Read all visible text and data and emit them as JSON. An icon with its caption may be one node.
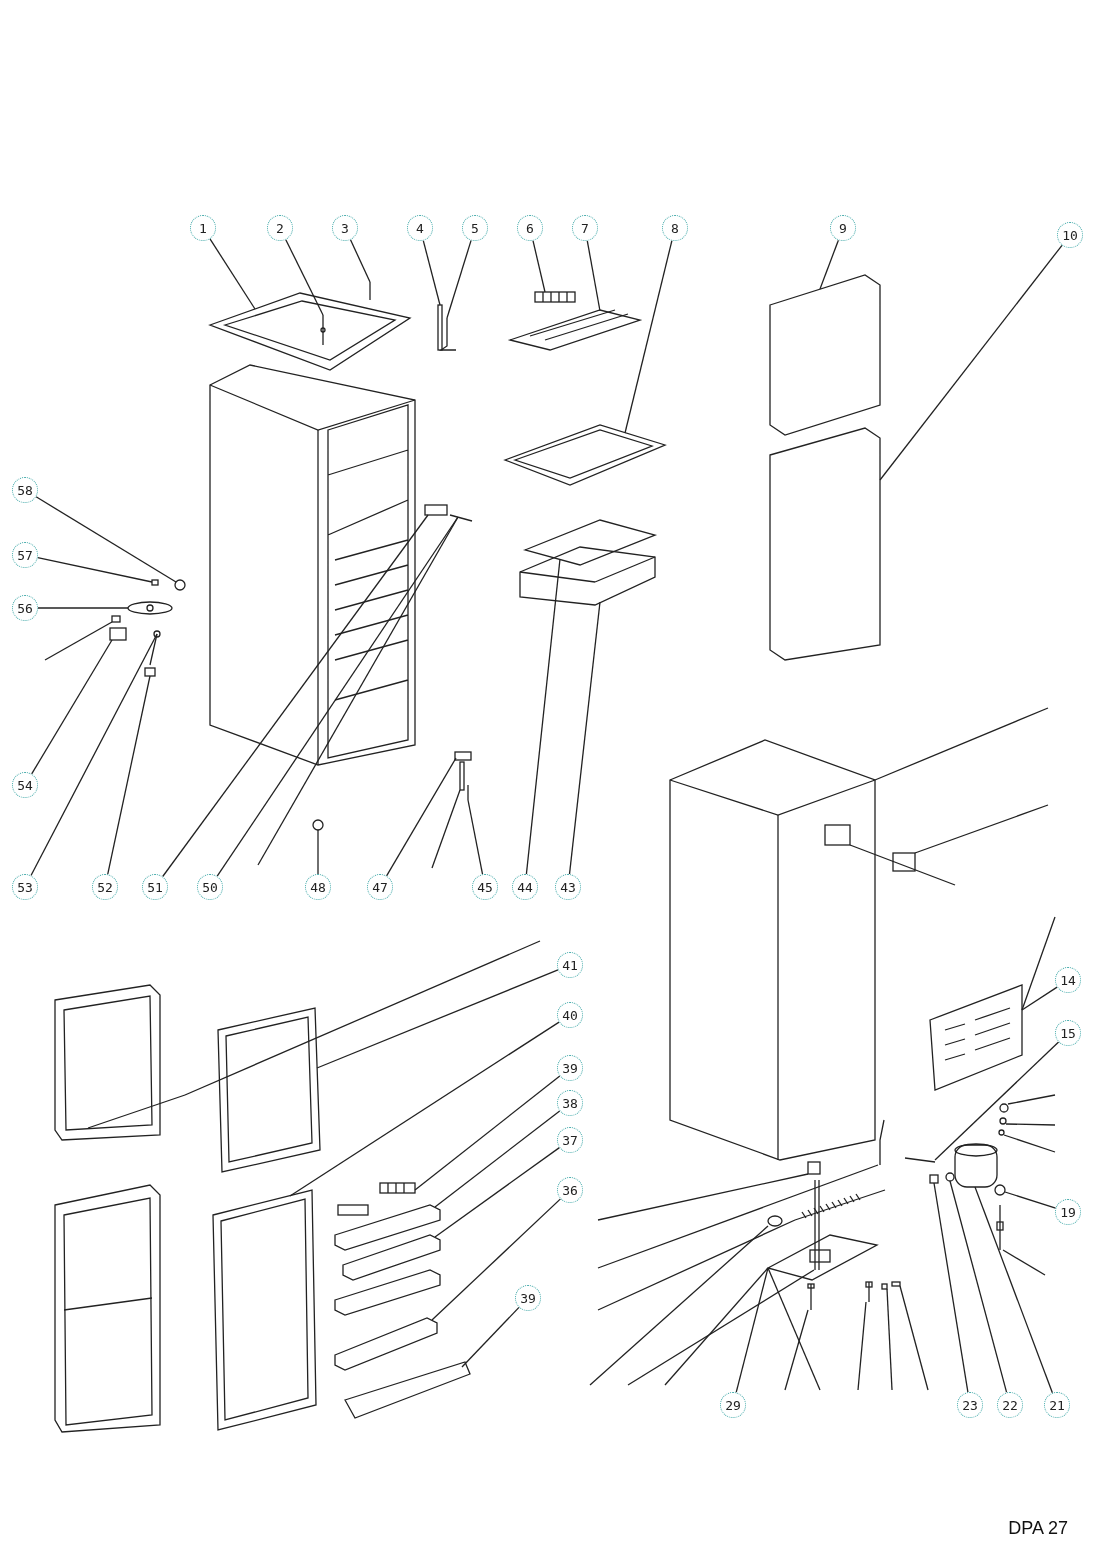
{
  "diagram": {
    "nodes": [
      {
        "text": [
          "1"
        ]
      },
      {
        "text": [
          "2"
        ]
      },
      {
        "text": [
          "3"
        ]
      },
      {
        "text": [
          "4"
        ]
      },
      {
        "text": [
          "5"
        ]
      },
      {
        "text": [
          "6"
        ]
      },
      {
        "text": [
          "7"
        ]
      },
      {
        "text": [
          "8"
        ]
      },
      {
        "text": [
          "9"
        ]
      },
      {
        "text": [
          "10"
        ]
      },
      {
        "text": [
          "58"
        ]
      },
      {
        "text": [
          "57"
        ]
      },
      {
        "text": [
          "56"
        ]
      },
      {
        "text": [
          "54"
        ]
      },
      {
        "text": [
          "53"
        ]
      },
      {
        "text": [
          "52"
        ]
      },
      {
        "text": [
          "51"
        ]
      },
      {
        "text": [
          "50"
        ]
      },
      {
        "text": [
          "48"
        ]
      },
      {
        "text": [
          "47"
        ]
      },
      {
        "text": [
          "45"
        ]
      },
      {
        "text": [
          "44"
        ]
      },
      {
        "text": [
          "43"
        ]
      },
      {
        "text": [
          "41"
        ]
      },
      {
        "text": [
          "40"
        ]
      },
      {
        "text": [
          "39"
        ]
      },
      {
        "text": [
          "38"
        ]
      },
      {
        "text": [
          "37"
        ]
      },
      {
        "text": [
          "36"
        ]
      },
      {
        "text": [
          "39"
        ]
      },
      {
        "text": [
          "14"
        ]
      },
      {
        "text": [
          "15"
        ]
      },
      {
        "text": [
          "19"
        ]
      },
      {
        "text": [
          "29"
        ]
      },
      {
        "text": [
          "23"
        ]
      },
      {
        "text": [
          "22"
        ]
      },
      {
        "text": [
          "21"
        ]
      },
      {
        "text": [],
        "shape": "picture"
      },
      {
        "text": [],
        "shape": "picture",
        "in": 37
      },
      {
        "text": [],
        "shape": "picture"
      },
      {
        "text": [],
        "shape": "box"
      },
      {
        "text": [],
        "shape": "picture"
      },
      {
        "text": [],
        "shape": "picture"
      },
      {
        "text": [],
        "shape": "picture"
      },
      {
        "text": [],
        "shape": "picture"
      },
      {
        "text": [],
        "shape": "picture"
      },
      {
        "text": [],
        "shape": "picture"
      },
      {
        "text": [],
        "shape": "circle"
      },
      {
        "text": [],
        "shape": "box"
      },
      {
        "text": [],
        "shape": "picture"
      },
      {
        "text": [],
        "shape": "box"
      },
      {
        "text": [],
        "shape": "picture"
      },
      {
        "text": [],
        "shape": "box"
      },
      {
        "text": [],
        "shape": "box"
      },
      {
        "text": [],
        "shape": "picture"
      },
      {
        "text": [],
        "shape": "circle"
      },
      {
        "text": [],
        "shape": "box"
      },
      {
        "text": [],
        "shape": "picture"
      },
      {
        "text": [],
        "shape": "picture"
      },
      {
        "text": [],
        "shape": "picture"
      },
      {
        "text": [],
        "shape": "picture"
      },
      {
        "text": [],
        "shape": "picture"
      },
      {
        "text": [],
        "shape": "picture"
      },
      {
        "text": [],
        "shape": "picture"
      },
      {
        "text": [],
        "shape": "picture"
      },
      {
        "text": [],
        "shape": "picture"
      },
      {
        "text": [],
        "shape": "picture"
      },
      {
        "text": [],
        "shape": "picture"
      },
      {
        "text": [],
        "shape": "picture"
      },
      {
        "text": [],
        "shape": "circle"
      },
      {
        "text": [],
        "shape": "picture"
      },
      {
        "text": [],
        "shape": "box"
      },
      {
        "text": [],
        "shape": "circle"
      },
      {
        "text": [],
        "shape": "picture"
      },
      {
        "text": [],
        "shape": "box"
      },
      {
        "text": [],
        "shape": "box"
      },
      {
        "text": [],
        "shape": "picture"
      },
      {
        "text": [],
        "shape": "picture"
      },
      {
        "text": [],
        "shape": "box"
      },
      {
        "text": [],
        "shape": "box",
        "in": 77
      },
      {
        "text": [],
        "shape": "circle"
      },
      {
        "text": [],
        "shape": "circle"
      },
      {
        "text": [],
        "shape": "circle"
      },
      {
        "text": [],
        "shape": "picture"
      },
      {
        "text": [],
        "shape": "box"
      },
      {
        "text": [],
        "shape": "picture"
      },
      {
        "text": [],
        "shape": "picture"
      },
      {
        "text": [],
        "shape": "circle"
      },
      {
        "text": [],
        "shape": "picture"
      },
      {
        "text": [],
        "shape": "picture"
      },
      {
        "text": [],
        "shape": "picture"
      },
      {
        "text": [],
        "shape": "box"
      },
      {
        "text": [],
        "shape": "box"
      },
      {
        "text": [],
        "shape": "picture"
      }
    ],
    "edges": [
      {
        "from": 0,
        "to": 37,
        "arrow": "none"
      },
      {
        "from": 1,
        "to": 38,
        "arrow": "none"
      },
      {
        "from": 2,
        "to": 39,
        "arrow": "none"
      },
      {
        "from": 3,
        "to": 40,
        "arrow": "none"
      },
      {
        "from": 4,
        "to": 41,
        "arrow": "none"
      },
      {
        "from": 5,
        "to": 42,
        "arrow": "none"
      },
      {
        "from": 6,
        "to": 43,
        "arrow": "none"
      },
      {
        "from": 7,
        "to": 44,
        "arrow": "none"
      },
      {
        "from": 8,
        "to": 45,
        "arrow": "none"
      },
      {
        "from": 9,
        "to": 46,
        "arrow": "none"
      },
      {
        "from": 10,
        "to": 47,
        "arrow": "none"
      },
      {
        "from": 11,
        "to": 48,
        "arrow": "none"
      },
      {
        "from": 12,
        "to": 49,
        "arrow": "none"
      },
      {
        "from": 13,
        "to": 50,
        "arrow": "none"
      },
      {
        "from": 14,
        "to": 51,
        "arrow": "none"
      },
      {
        "from": 15,
        "to": 52,
        "arrow": "none"
      },
      {
        "from": 16,
        "to": 53,
        "arrow": "none"
      },
      {
        "from": 17,
        "to": 54,
        "arrow": "none"
      },
      {
        "from": 18,
        "to": 55,
        "arrow": "none"
      },
      {
        "from": 19,
        "to": 56,
        "arrow": "none"
      },
      {
        "from": 20,
        "to": 57,
        "arrow": "none"
      },
      {
        "from": 21,
        "to": 58,
        "arrow": "none"
      },
      {
        "from": 22,
        "to": 59,
        "arrow": "none"
      },
      {
        "from": 23,
        "to": 60,
        "arrow": "none"
      },
      {
        "from": 24,
        "to": 61,
        "arrow": "none"
      },
      {
        "from": 25,
        "to": 62,
        "arrow": "none"
      },
      {
        "from": 26,
        "to": 63,
        "arrow": "none"
      },
      {
        "from": 27,
        "to": 64,
        "arrow": "none"
      },
      {
        "from": 28,
        "to": 65,
        "arrow": "none"
      },
      {
        "from": 29,
        "to": 66,
        "arrow": "none"
      },
      {
        "from": 30,
        "to": 67,
        "arrow": "none"
      },
      {
        "from": 31,
        "to": 68,
        "arrow": "none"
      },
      {
        "from": 32,
        "to": 69,
        "arrow": "none"
      },
      {
        "from": 33,
        "to": 70,
        "arrow": "none"
      },
      {
        "from": 34,
        "to": 71,
        "arrow": "none"
      },
      {
        "from": 35,
        "to": 72,
        "arrow": "none"
      },
      {
        "from": 36,
        "to": 73,
        "arrow": "none"
      },
      {
        "from": null,
        "to": 74,
        "arrow": "none"
      },
      {
        "from": null,
        "to": 54,
        "arrow": "none"
      },
      {
        "from": null,
        "to": 75,
        "arrow": "none"
      },
      {
        "from": null,
        "to": 76,
        "arrow": "none"
      },
      {
        "from": null,
        "to": 77,
        "arrow": "none"
      },
      {
        "from": null,
        "to": 78,
        "arrow": "none"
      },
      {
        "from": null,
        "to": 79,
        "arrow": "none"
      },
      {
        "from": null,
        "to": 67,
        "arrow": "none"
      },
      {
        "from": null,
        "to": 80,
        "arrow": "none"
      },
      {
        "from": null,
        "to": 81,
        "arrow": "none"
      },
      {
        "from": null,
        "to": 82,
        "arrow": "none"
      },
      {
        "from": null,
        "to": 83,
        "arrow": "none"
      },
      {
        "from": null,
        "to": 84,
        "arrow": "none"
      },
      {
        "from": null,
        "to": 85,
        "arrow": "none"
      },
      {
        "from": null,
        "to": 86,
        "arrow": "none"
      },
      {
        "from": null,
        "to": 87,
        "arrow": "none"
      },
      {
        "from": null,
        "to": 88,
        "arrow": "none"
      },
      {
        "from": null,
        "to": 70,
        "arrow": "none"
      },
      {
        "from": null,
        "to": 89,
        "arrow": "none"
      },
      {
        "from": null,
        "to": 70,
        "arrow": "none"
      },
      {
        "from": null,
        "to": 90,
        "arrow": "none"
      },
      {
        "from": null,
        "to": 91,
        "arrow": "none"
      },
      {
        "from": null,
        "to": 92,
        "arrow": "none"
      }
    ],
    "labels": [
      "DPA 27"
    ]
  }
}
